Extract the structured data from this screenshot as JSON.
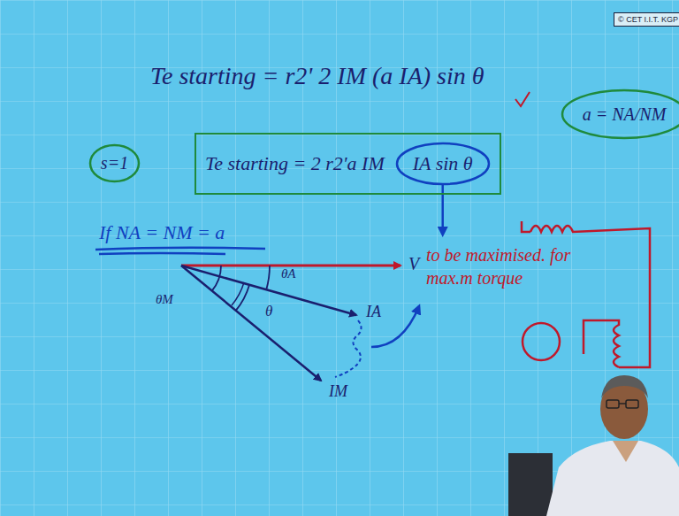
{
  "diagram": {
    "nodes": [
      {
        "text": [
          "© CET I.I.T. KGP"
        ]
      },
      {
        "text": [
          "a = NA/NM"
        ]
      },
      {
        "text": [
          "s=1"
        ]
      },
      {
        "text": [
          "Te starting = 2 r2'a IM"
        ]
      },
      {
        "text": [
          "IA sin θ"
        ],
        "in": 3
      }
    ],
    "labels": [
      "Te starting = r2' 2 IM (a IA) sin θ",
      "If NA = NM = a",
      "V",
      "θA",
      "θM",
      "θ",
      "IA",
      "IM",
      "to be maximised. for max.m torque"
    ]
  }
}
